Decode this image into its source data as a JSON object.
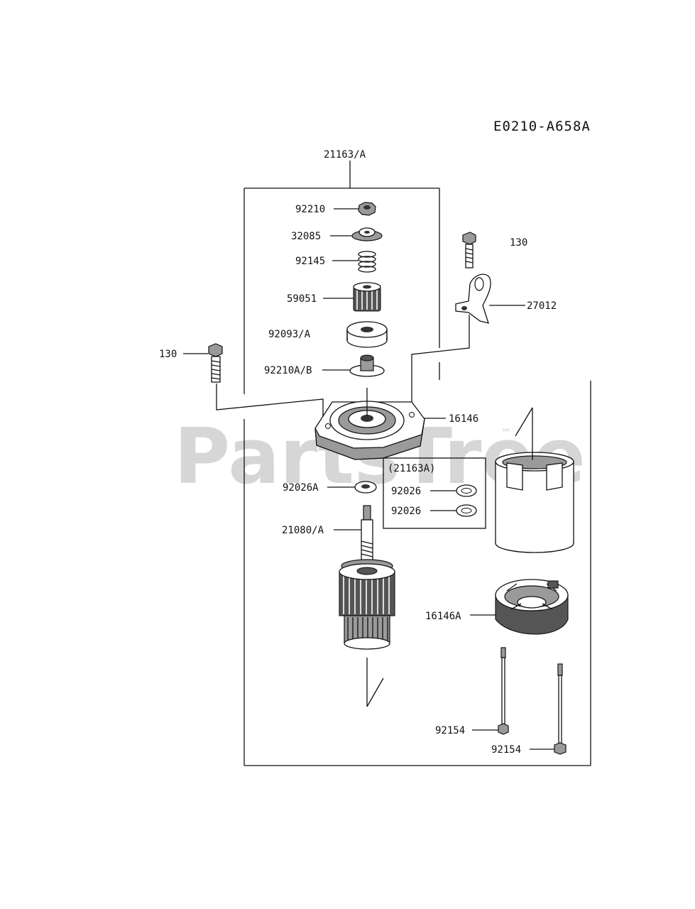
{
  "diagram": {
    "code": "E0210-A658A",
    "watermark": "PartsTree",
    "watermark_tm": "™",
    "subassembly_label": "(21163A)",
    "labels": {
      "assembly": "21163/A",
      "nut": "92210",
      "collar": "32085",
      "spring": "92145",
      "pinion": "59051",
      "washer_large": "92093/A",
      "drive_collar": "92210A/B",
      "bolt_right": "130",
      "bracket": "27012",
      "bolt_left": "130",
      "cover": "16146",
      "washer_small": "92026A",
      "kit_washer_1": "92026",
      "kit_washer_2": "92026",
      "armature": "21080/A",
      "end_cover": "16146A",
      "through_bolt_1": "92154",
      "through_bolt_2": "92154"
    }
  }
}
